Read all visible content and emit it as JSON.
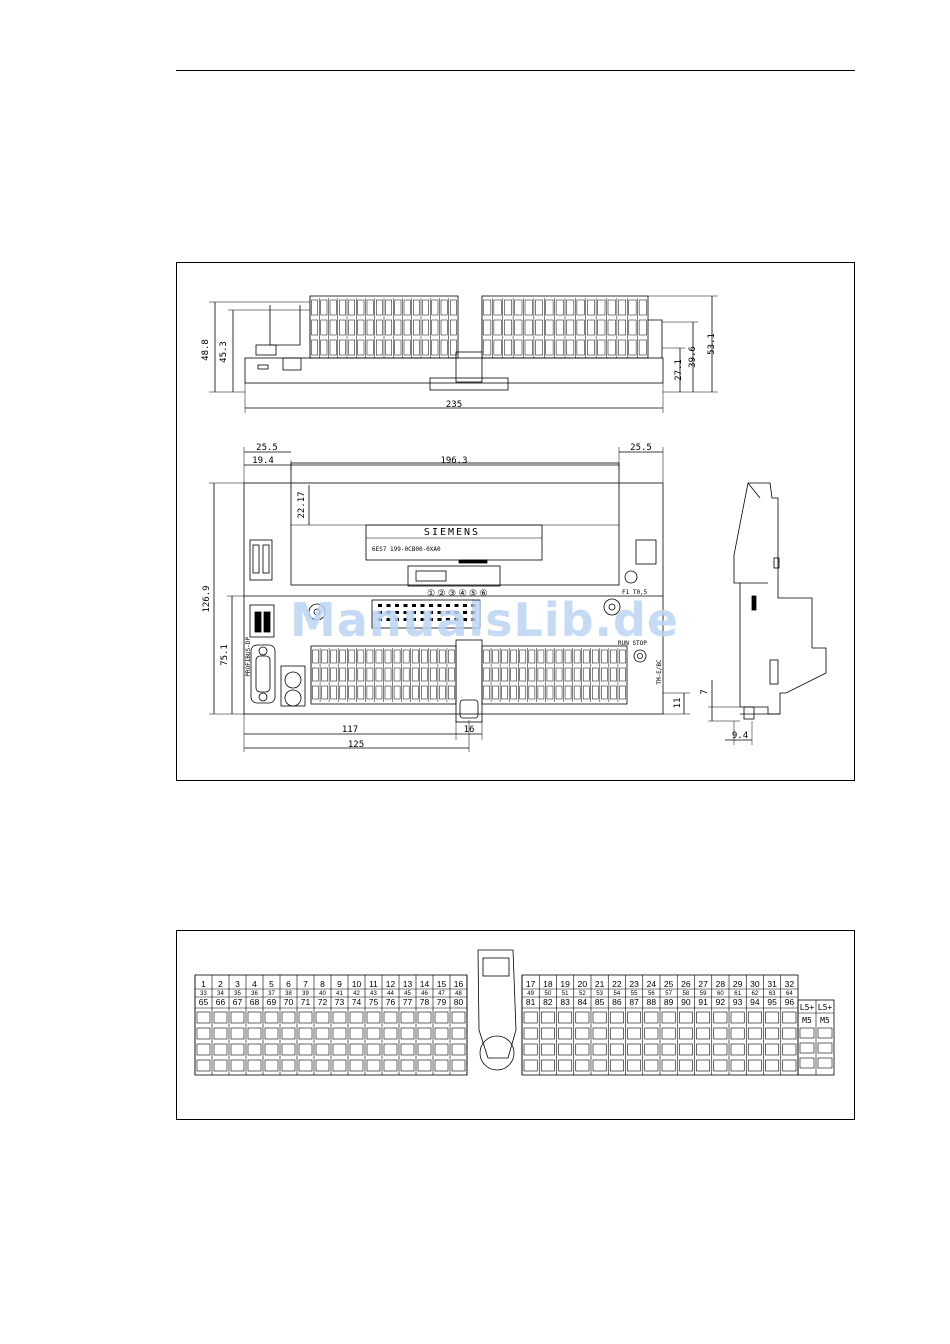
{
  "top_view": {
    "dims": {
      "height_total": "48.8",
      "height_module": "45.3",
      "depth_right_total": "53.1",
      "depth_right_mid": "39.6",
      "depth_right_low": "27.1",
      "width_total": "235"
    }
  },
  "front_view": {
    "dims": {
      "left_outer": "25.5",
      "left_inner": "19.4",
      "center_width": "196.3",
      "right_outer": "25.5",
      "cover_depth": "22.17",
      "height_total": "126.9",
      "height_lower": "75.1",
      "width_117": "117",
      "width_16": "16",
      "width_125": "125",
      "right_11": "11"
    },
    "brand": "SIEMENS",
    "order_number": "6ES7 199-0CB00-0XA0",
    "circled_numbers": [
      "①",
      "②",
      "③",
      "④",
      "⑤",
      "⑥"
    ],
    "fuse_label": "F1 T0,5",
    "run_stop": "RUN STOP",
    "profibus": "PROFIBUS-DP",
    "tm_label": "TM-E/BC"
  },
  "side_view": {
    "dims": {
      "height_7": "7",
      "depth_9_4": "9.4"
    }
  },
  "watermark": "ManualsLib.de",
  "terminals": {
    "left_row1": [
      "1",
      "2",
      "3",
      "4",
      "5",
      "6",
      "7",
      "8",
      "9",
      "10",
      "11",
      "12",
      "13",
      "14",
      "15",
      "16"
    ],
    "left_row2": [
      "33",
      "34",
      "35",
      "36",
      "37",
      "38",
      "39",
      "40",
      "41",
      "42",
      "43",
      "44",
      "45",
      "46",
      "47",
      "48"
    ],
    "left_row3": [
      "65",
      "66",
      "67",
      "68",
      "69",
      "70",
      "71",
      "72",
      "73",
      "74",
      "75",
      "76",
      "77",
      "78",
      "79",
      "80"
    ],
    "right_row1": [
      "17",
      "18",
      "19",
      "20",
      "21",
      "22",
      "23",
      "24",
      "25",
      "26",
      "27",
      "28",
      "29",
      "30",
      "31",
      "32"
    ],
    "right_row2": [
      "49",
      "50",
      "51",
      "52",
      "53",
      "54",
      "55",
      "56",
      "57",
      "58",
      "59",
      "60",
      "61",
      "62",
      "63",
      "64"
    ],
    "right_row3": [
      "81",
      "82",
      "83",
      "84",
      "85",
      "86",
      "87",
      "88",
      "89",
      "90",
      "91",
      "92",
      "93",
      "94",
      "95",
      "96"
    ],
    "supply_top": [
      "L5+",
      "L5+"
    ],
    "supply_bottom": [
      "M5",
      "M5"
    ]
  }
}
